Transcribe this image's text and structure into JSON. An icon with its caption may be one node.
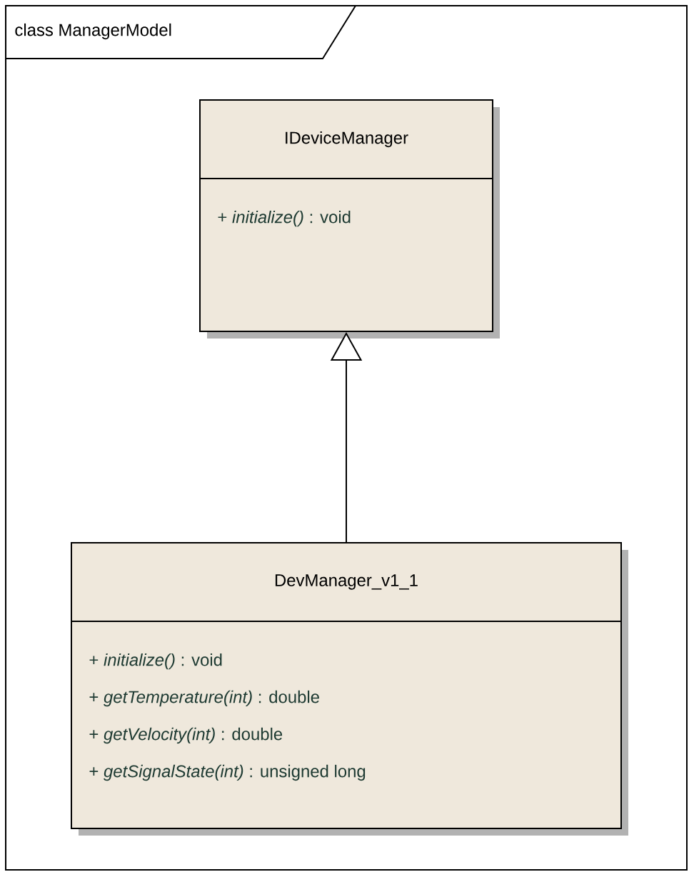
{
  "diagram": {
    "title": "class ManagerModel",
    "nodes": [
      {
        "text": [
          "IDeviceManager",
          "+ *initialize()* : void"
        ]
      },
      {
        "text": [
          "DevManager_v1_1",
          "+ *initialize()* : void",
          "+ *getTemperature(int)* : double",
          "+ *getVelocity(int)* : double",
          "+ *getSignalState(int)* : unsigned long"
        ]
      }
    ],
    "edges": [
      {
        "from": 1,
        "to": 0,
        "arrow": "to"
      }
    ]
  }
}
